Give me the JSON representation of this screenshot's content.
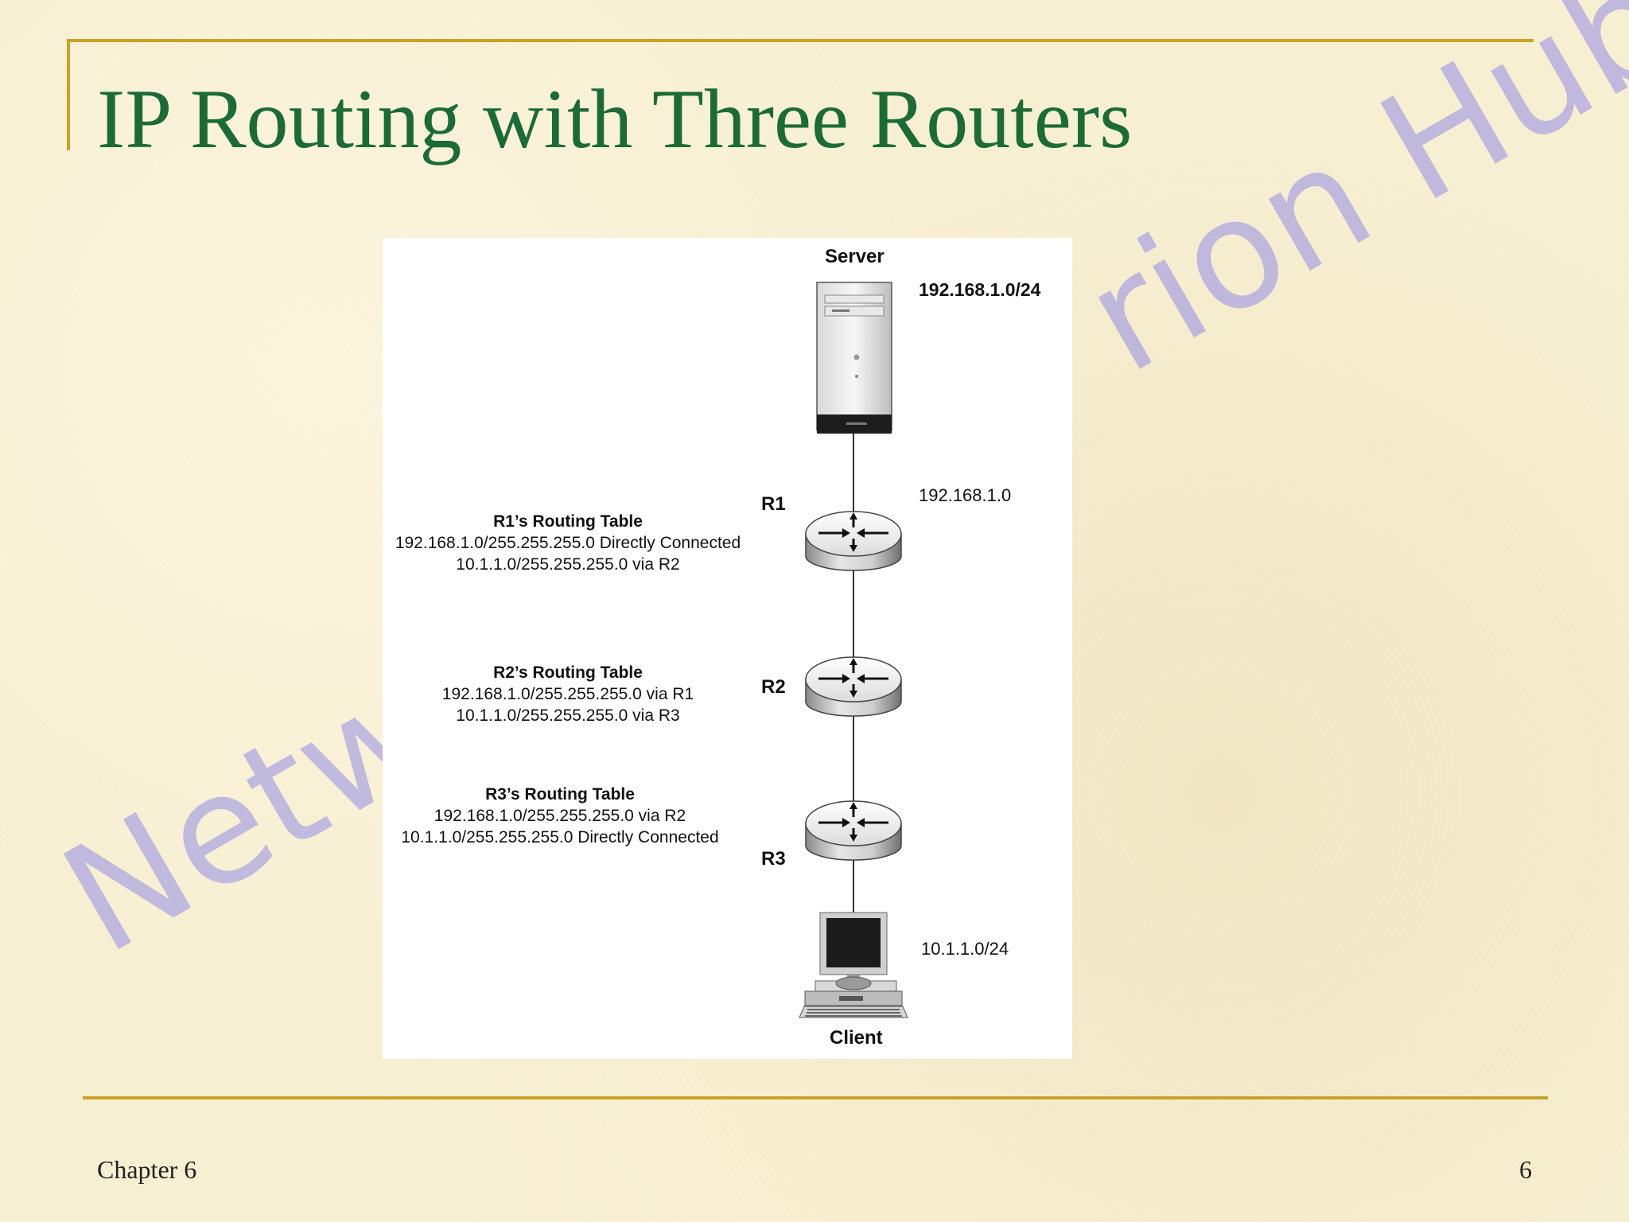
{
  "slide": {
    "title": "IP Routing with Three Routers",
    "footer_left": "Chapter 6",
    "footer_right": "6",
    "watermark_part1": "Netw",
    "watermark_part2": "rion Hub",
    "accent_color": "#c9a227",
    "title_color": "#1a6b35",
    "watermark_color": "#7d78eb"
  },
  "diagram": {
    "server": {
      "label": "Server",
      "network": "192.168.1.0/24"
    },
    "r1": {
      "label": "R1",
      "interface": "192.168.1.0",
      "table_title": "R1’s Routing Table",
      "routes": [
        "192.168.1.0/255.255.255.0 Directly Connected",
        "10.1.1.0/255.255.255.0 via R2"
      ]
    },
    "r2": {
      "label": "R2",
      "table_title": "R2’s Routing Table",
      "routes": [
        "192.168.1.0/255.255.255.0 via R1",
        "10.1.1.0/255.255.255.0 via R3"
      ]
    },
    "r3": {
      "label": "R3",
      "table_title": "R3’s Routing Table",
      "routes": [
        "192.168.1.0/255.255.255.0 via R2",
        "10.1.1.0/255.255.255.0 Directly Connected"
      ]
    },
    "client": {
      "label": "Client",
      "network": "10.1.1.0/24"
    }
  }
}
